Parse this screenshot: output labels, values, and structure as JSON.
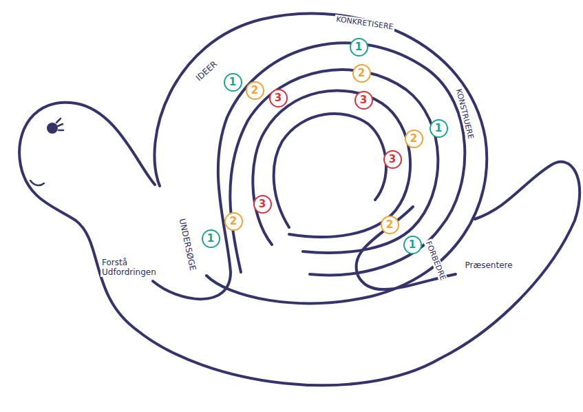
{
  "diagram": {
    "nodes": [
      {
        "text": [
          "1"
        ]
      },
      {
        "text": [
          "2"
        ]
      },
      {
        "text": [
          "3"
        ]
      },
      {
        "text": [
          "1"
        ]
      },
      {
        "text": [
          "2"
        ]
      },
      {
        "text": [
          "3"
        ]
      },
      {
        "text": [
          "1"
        ]
      },
      {
        "text": [
          "2"
        ]
      },
      {
        "text": [
          "3"
        ]
      },
      {
        "text": [
          "1"
        ]
      },
      {
        "text": [
          "2"
        ]
      },
      {
        "text": [
          "3"
        ]
      },
      {
        "text": [
          "1"
        ]
      },
      {
        "text": [
          "2"
        ]
      }
    ],
    "labels": [
      "Forstå Udfordringen",
      "UNDERSØGE",
      "IDEER",
      "KONKRETISERE",
      "KONSTRUERE",
      "FORBEDRE",
      "Præsentere"
    ]
  }
}
